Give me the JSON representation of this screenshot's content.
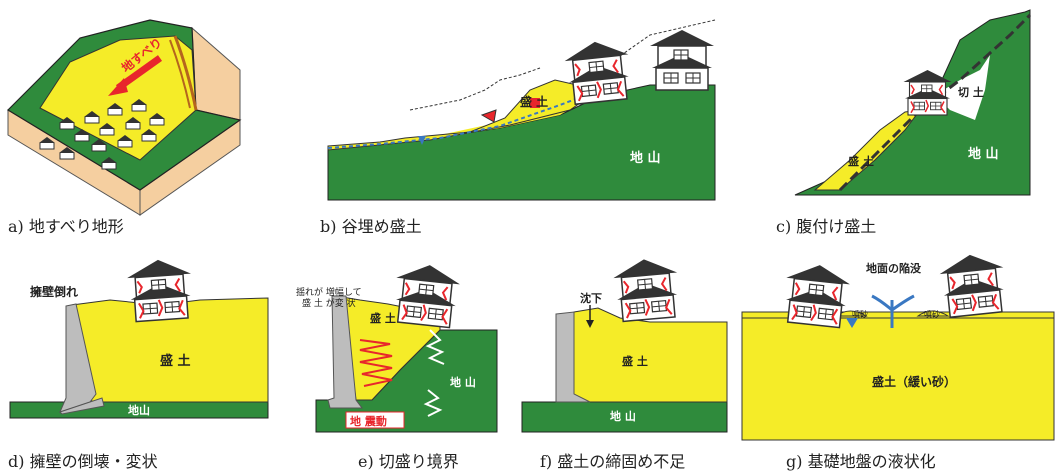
{
  "colors": {
    "green": "#2f8b3c",
    "yellow": "#f5ec28",
    "skin": "#f5cfa0",
    "gray": "#bdbdbd",
    "red": "#e8262c",
    "blue": "#3a78c2",
    "roof": "#333333",
    "house": "#ffffff"
  },
  "a": {
    "caption": "a) 地すべり地形",
    "arrow_label": "地すべり"
  },
  "b": {
    "caption": "b) 谷埋め盛土",
    "fill_label": "盛 土",
    "ground_label": "地 山"
  },
  "c": {
    "caption": "c) 腹付け盛土",
    "cut_label": "切 土",
    "fill_label": "盛 土",
    "ground_label": "地 山"
  },
  "d": {
    "caption": "d) 擁壁の倒壊・変状",
    "wall_label": "擁壁倒れ",
    "fill_label": "盛 土",
    "ground_label": "地山"
  },
  "e": {
    "caption": "e) 切盛り境界",
    "note_line1": "揺れが 増幅して",
    "note_line2": "盛 土 が変 状",
    "fill_label": "盛 土",
    "ground_label": "地 山",
    "quake_label": "地 震動"
  },
  "f": {
    "caption": "f) 盛土の締固め不足",
    "settle_label": "沈下",
    "fill_label": "盛 土",
    "ground_label": "地 山"
  },
  "g": {
    "caption": "g) 基礎地盤の液状化",
    "title": "地面の陥没",
    "sand_left": "噴砂",
    "sand_right": "噴砂",
    "fill_label": "盛土（緩い砂）"
  }
}
